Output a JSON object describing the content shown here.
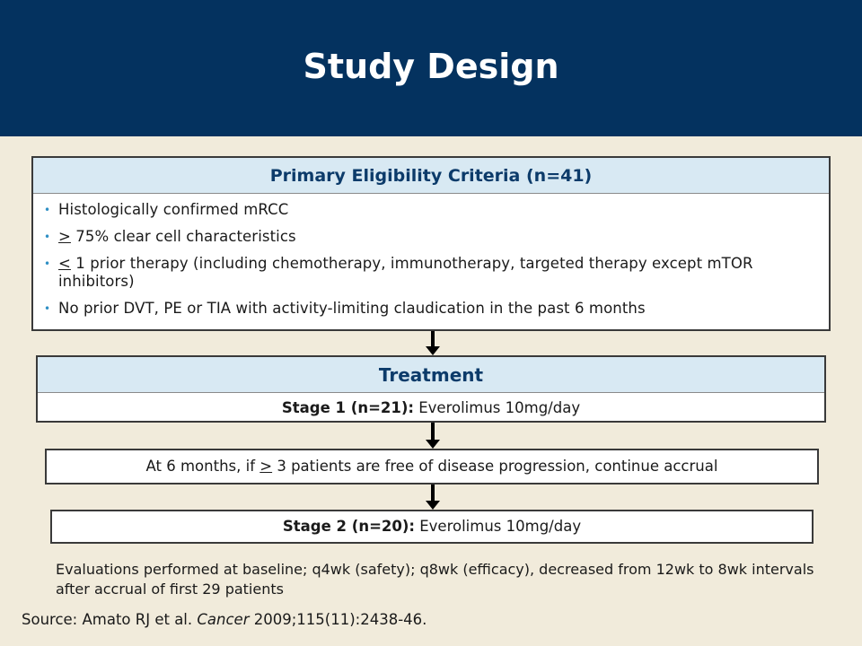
{
  "title": "Study Design",
  "eligibility": {
    "heading": "Primary Eligibility Criteria (n=41)",
    "criteria": [
      {
        "text": "Histologically confirmed mRCC"
      },
      {
        "symbol": ">",
        "text": " 75% clear cell characteristics"
      },
      {
        "symbol": "<",
        "text": " 1 prior therapy (including chemotherapy,  immunotherapy, targeted therapy except mTOR inhibitors)"
      },
      {
        "text": "No prior DVT, PE or TIA with activity-limiting claudication in the past 6 months"
      }
    ]
  },
  "treatment": {
    "heading": "Treatment",
    "stage1_label": "Stage 1 (n=21):",
    "stage1_drug": " Everolimus 10mg/day"
  },
  "interim": {
    "before": "At 6 months, if ",
    "symbol": ">",
    "after": " 3 patients are free of disease progression, continue accrual"
  },
  "stage2": {
    "label": "Stage 2 (n=20):",
    "drug": " Everolimus 10mg/day"
  },
  "evaluations": "Evaluations performed at baseline; q4wk (safety); q8wk (efficacy), decreased from 12wk to 8wk intervals after accrual of first 29 patients",
  "source": {
    "prefix": "Source: Amato RJ et al. ",
    "journal": "Cancer",
    "suffix": " 2009;115(11):2438-46."
  },
  "colors": {
    "header_bg": "#04325f",
    "slide_bg": "#f1ebdb",
    "box_head_bg": "#d8e9f3",
    "heading_text": "#0c3b6a",
    "bullet": "#2f8fc4"
  }
}
